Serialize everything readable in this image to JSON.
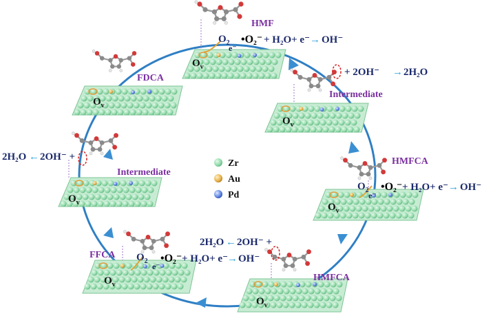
{
  "legend": [
    {
      "symbol": "Zr",
      "color": "#8fd9a8"
    },
    {
      "symbol": "Au",
      "color": "#e6b04a"
    },
    {
      "symbol": "Pd",
      "color": "#5b83e0"
    }
  ],
  "vacancy": {
    "base": "O",
    "sub": "v"
  },
  "species": {
    "hmf": "HMF",
    "hmfca": "HMFCA",
    "ffca": "FFCA",
    "fdca": "FDCA",
    "intermediate": "Intermediate"
  },
  "reactions": {
    "o2": {
      "base": "O",
      "sub": "2"
    },
    "electron": "e⁻",
    "superoxide": "•O₂⁻",
    "water_reduction_tail": "+ H₂O+ e⁻",
    "hydroxide": "OH⁻",
    "oh_to_water": "+ 2OH⁻",
    "water": "2H₂O",
    "water_to_oh_left": "2H₂O",
    "oh_left": "2OH⁻ +",
    "arrow_right": "→",
    "arrow_left": "←"
  },
  "colors": {
    "cycle": "#2f7fc4",
    "support": "#8fd9a8",
    "vacancy_ring": "#e39b3a",
    "accent_arrow": "#2ea0dc",
    "dashed_ring": "#d62020"
  }
}
